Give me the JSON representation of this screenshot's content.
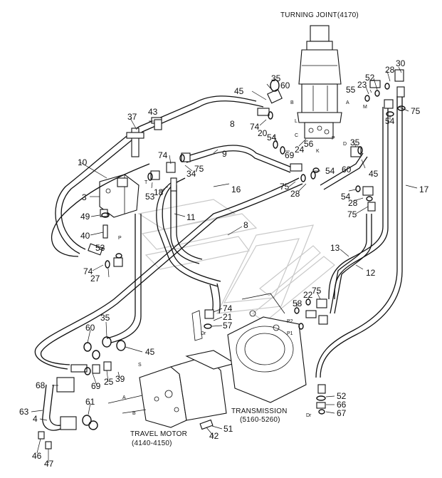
{
  "titles": {
    "turning_joint": "TURNING JOINT(4170)",
    "transmission_1": "TRANSMISSION",
    "transmission_2": "(5160-5260)",
    "travel_motor_1": "TRAVEL MOTOR",
    "travel_motor_2": "(4140-4150)"
  },
  "ports": [
    "A",
    "M",
    "B",
    "L",
    "D",
    "P",
    "K",
    "C",
    "T",
    "P",
    "S",
    "A",
    "B",
    "P2",
    "P1",
    "Dr",
    "Dr"
  ],
  "callouts": [
    "TURNING JOINT(4170)",
    "30",
    "28",
    "52",
    "23",
    "55",
    "35",
    "60",
    "45",
    "75",
    "54",
    "8",
    "74",
    "20",
    "54",
    "24",
    "56",
    "69",
    "B",
    "L",
    "D",
    "35",
    "60",
    "54",
    "45",
    "37",
    "43",
    "10",
    "74",
    "9",
    "34",
    "75",
    "28",
    "75",
    "16",
    "3",
    "53",
    "18",
    "11",
    "54",
    "28",
    "75",
    "17",
    "49",
    "40",
    "8",
    "13",
    "12",
    "53",
    "74",
    "27",
    "22",
    "75",
    "58",
    "74",
    "21",
    "57",
    "35",
    "60",
    "69",
    "25",
    "39",
    "45",
    "68",
    "63",
    "4",
    "61",
    "46",
    "47",
    "52",
    "66",
    "67",
    "51",
    "42"
  ]
}
